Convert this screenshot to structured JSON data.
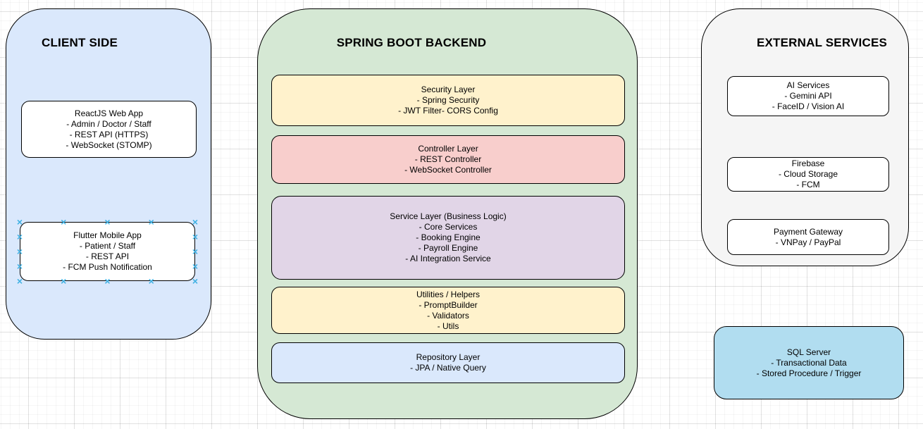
{
  "canvas": {
    "background": "#ffffff",
    "grid_minor_color": "#f1f1f1",
    "grid_major_color": "#e2e2e2"
  },
  "selection": {
    "handle_glyph": "×",
    "handle_color": "#3fb1e3"
  },
  "containers": {
    "client": {
      "title": "CLIENT SIDE",
      "fill": "#dae8fc",
      "stroke": "#000000",
      "nodes": [
        {
          "name": "reactjs-web-app",
          "fill": "#ffffff",
          "lines": [
            "ReactJS Web App",
            "- Admin / Doctor / Staff",
            "- REST API (HTTPS)",
            "- WebSocket (STOMP)"
          ]
        },
        {
          "name": "flutter-mobile-app",
          "fill": "#ffffff",
          "selected": true,
          "lines": [
            "Flutter Mobile App",
            "- Patient / Staff",
            "- REST API",
            "- FCM Push Notification"
          ]
        }
      ]
    },
    "backend": {
      "title": "SPRING BOOT BACKEND",
      "fill": "#d5e8d4",
      "stroke": "#000000",
      "nodes": [
        {
          "name": "security-layer",
          "fill": "#fff2cc",
          "lines": [
            "Security Layer",
            "- Spring Security",
            "- JWT Filter- CORS Config"
          ]
        },
        {
          "name": "controller-layer",
          "fill": "#f8cecc",
          "lines": [
            "Controller Layer",
            "- REST Controller",
            "- WebSocket Controller"
          ]
        },
        {
          "name": "service-layer",
          "fill": "#e1d5e7",
          "lines": [
            "Service Layer (Business Logic)",
            "- Core Services",
            "- Booking Engine",
            "- Payroll Engine",
            "- AI Integration Service"
          ]
        },
        {
          "name": "utilities-helpers",
          "fill": "#fff2cc",
          "lines": [
            "Utilities / Helpers",
            "- PromptBuilder",
            "- Validators",
            "- Utils"
          ]
        },
        {
          "name": "repository-layer",
          "fill": "#dae8fc",
          "lines": [
            "Repository Layer",
            "- JPA / Native Query"
          ]
        }
      ]
    },
    "external": {
      "title": "EXTERNAL SERVICES",
      "fill": "#f5f5f5",
      "stroke": "#000000",
      "nodes": [
        {
          "name": "ai-services",
          "fill": "#ffffff",
          "lines": [
            "AI Services",
            "- Gemini API",
            "- FaceID / Vision AI"
          ]
        },
        {
          "name": "firebase",
          "fill": "#ffffff",
          "lines": [
            "Firebase",
            "- Cloud Storage",
            "- FCM"
          ]
        },
        {
          "name": "payment-gateway",
          "fill": "#ffffff",
          "lines": [
            "Payment Gateway",
            "- VNPay / PayPal"
          ]
        }
      ]
    }
  },
  "standalone": {
    "sql_server": {
      "name": "sql-server",
      "fill": "#b1ddf0",
      "stroke": "#000000",
      "lines": [
        "SQL Server",
        "- Transactional Data",
        "- Stored Procedure / Trigger"
      ]
    }
  }
}
